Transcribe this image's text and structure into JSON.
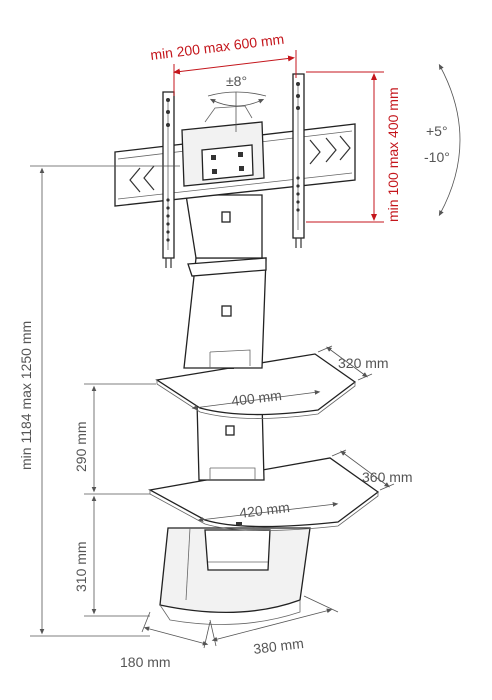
{
  "vesa_width_label": "min 200 max 600 mm",
  "vesa_height_label": "min 100 max 400 mm",
  "swivel_label": "±8°",
  "tilt_up_label": "+5°",
  "tilt_down_label": "-10°",
  "total_height_label": "min 1184 max 1250 mm",
  "shelf_upper_depth_label": "320 mm",
  "shelf_upper_width_label": "400 mm",
  "shelf_lower_depth_label": "360 mm",
  "shelf_lower_width_label": "420 mm",
  "shelf_gap_label": "290 mm",
  "base_height_label": "310 mm",
  "base_width_label": "380 mm",
  "base_depth_label": "180 mm",
  "colors": {
    "accent_red": "#c4161c",
    "line_grey": "#555555"
  }
}
